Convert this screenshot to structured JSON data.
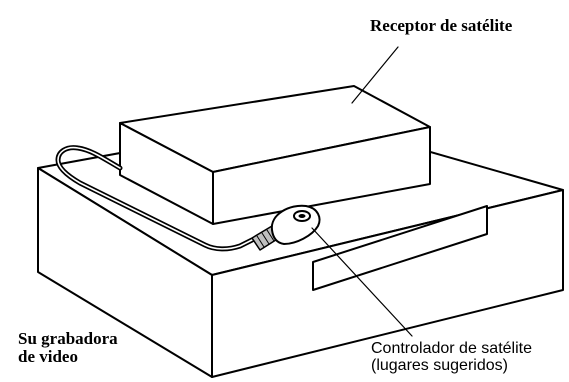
{
  "labels": {
    "satellite_receiver": "Receptor de satélite",
    "vcr_line1": "Su grabadora",
    "vcr_line2": "de video",
    "controller_line1": "Controlador de satélite",
    "controller_line2": "(lugares sugeridos)"
  },
  "colors": {
    "line": "#000000",
    "background": "#ffffff",
    "connector_fill": "#bfbfbf"
  }
}
